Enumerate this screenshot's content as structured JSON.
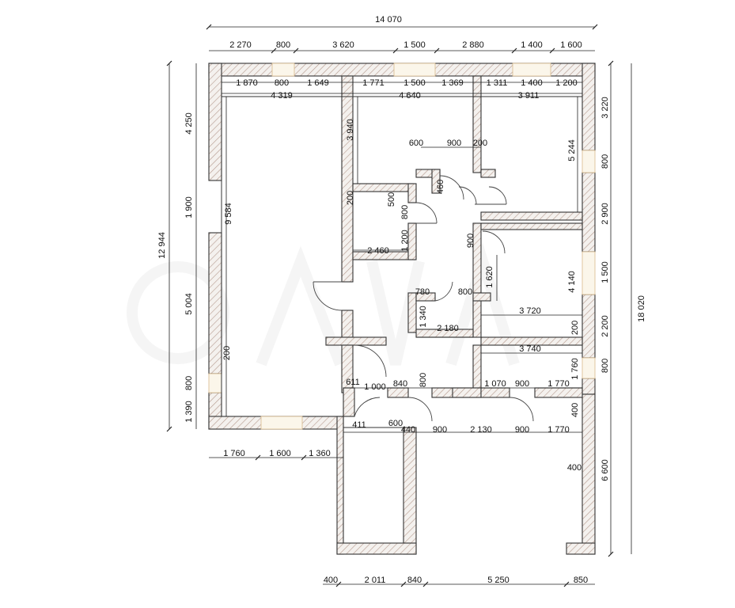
{
  "dimensions": {
    "top_total": "14 070",
    "top_outer": [
      "2 270",
      "800",
      "3 620",
      "1 500",
      "2 880",
      "1 400",
      "1 600"
    ],
    "top_inner_a": [
      "1 870",
      "800",
      "1 649",
      "1 771",
      "1 500",
      "1 369",
      "1 311",
      "1 400",
      "1 200"
    ],
    "top_inner_b": [
      "4 319",
      "4 640",
      "3 911"
    ],
    "left_outer_total": "12 944",
    "left_outer": [
      "4 250",
      "1 900",
      "5 004",
      "800",
      "1 390"
    ],
    "right_outer_total": "18 020",
    "right_outer": [
      "3 220",
      "800",
      "2 900",
      "1 500",
      "2 200",
      "800",
      "6 600"
    ],
    "bottom_left": [
      "1 760",
      "1 600",
      "1 360"
    ],
    "bottom": [
      "400",
      "2 011",
      "840",
      "5 250",
      "850"
    ],
    "interior": {
      "left_room_height": "9 584",
      "left_room_wall": "200",
      "mid_room_height": "3 940",
      "wc_height": "500",
      "wc_200": "200",
      "wc_width": "2 460",
      "wc_door": "800",
      "wc_1200": "1 200",
      "hall_top_600": "600",
      "hall_top_900": "900",
      "hall_top_200": "200",
      "hall_460": "460",
      "right_room_height": "5 244",
      "right_900": "900",
      "right_1620": "1 620",
      "right_4140": "4 140",
      "right_200": "200",
      "right_800": "800",
      "hall_780": "780",
      "hall_1340": "1 340",
      "hall_2180": "2 180",
      "room_3720": "3 720",
      "room_3740": "3 740",
      "room_1760": "1 760",
      "bottom_611": "611",
      "bottom_1000": "1 000",
      "bottom_840": "840",
      "bottom_800": "800",
      "bottom_1070": "1 070",
      "bottom_900a": "900",
      "bottom_1770a": "1 770",
      "right_400": "400",
      "ter_411": "411",
      "ter_600": "600",
      "ter_440": "440",
      "ter_900a": "900",
      "ter_2130": "2 130",
      "ter_900b": "900",
      "ter_1770": "1 770",
      "ter_400": "400"
    }
  }
}
